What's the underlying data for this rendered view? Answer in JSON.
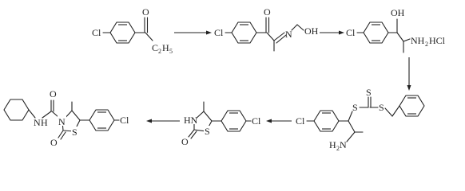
{
  "scheme": {
    "labels": {
      "m1_cl": "Cl",
      "m1_o": "O",
      "m1_ethyl": "C",
      "m1_ethyl_h": "H",
      "m1_ethyl_sub2": "2",
      "m1_ethyl_sub5": "5",
      "m2_cl": "Cl",
      "m2_o": "O",
      "m2_noh": "N",
      "m2_oh": "OH",
      "m3_cl": "Cl",
      "m3_oh": "OH",
      "m3_nh2hcl": "NH",
      "m3_nh2hcl_sub": "2",
      "m3_nh2hcl_tail": "HCl",
      "m4_cl": "Cl",
      "m4_s1": "S",
      "m4_s2": "S",
      "m4_s3": "S",
      "m4_h2n": "H",
      "m4_h2n_sub": "2",
      "m4_h2n_tail": "N",
      "m5_hn": "HN",
      "m5_s": "S",
      "m5_o": "O",
      "m5_cl": "Cl",
      "m6_o": "O",
      "m6_nh": "H",
      "m6_n_amide": "N",
      "m6_n_ring": "N",
      "m6_s": "S",
      "m6_o_ring": "O",
      "m6_cl": "Cl"
    },
    "arrows": [
      "step-1",
      "step-2",
      "step-3",
      "step-4",
      "step-5"
    ]
  }
}
